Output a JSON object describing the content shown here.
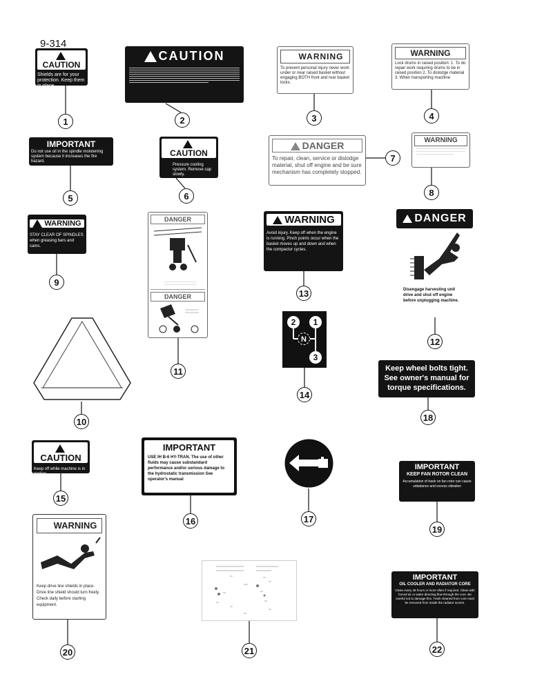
{
  "page_id": "9-314",
  "decals": {
    "d1": {
      "header": "CAUTION",
      "body": "Shields are for your protection. Keep them in place."
    },
    "d2": {
      "header": "CAUTION"
    },
    "d3": {
      "header": "WARNING",
      "body": "To prevent personal injury never work under or near raised basket without engaging BOTH front and rear basket locks."
    },
    "d4": {
      "header": "WARNING",
      "body": "Lock drums in raised position: 1. To do repair work requiring drums to be in raised position 2. To dislodge material 3. When transporting machine"
    },
    "d5": {
      "header": "IMPORTANT",
      "body": "Do not use oil in the spindle moistening system because it increases the fire hazard."
    },
    "d6": {
      "header": "CAUTION",
      "body": "Pressure cooling system. Remove cap slowly."
    },
    "d7": {
      "header": "DANGER",
      "body": "To repair, clean, service or dislodge material, shut off engine and be sure mechanism has completely stopped."
    },
    "d8": {
      "header": "WARNING"
    },
    "d9": {
      "header": "WARNING",
      "body": "STAY CLEAR OF SPINDLES when greasing bars and cams."
    },
    "d11": {
      "header_top": "DANGER",
      "header_bottom": "DANGER"
    },
    "d12": {
      "header": "DANGER",
      "body": "Disengage harvesting unit drive and shut off engine before unplugging machine."
    },
    "d13": {
      "header": "WARNING",
      "body": "Avoid injury. Keep off when the engine is running. Pinch points occur when the basket moves up and down and when the compactor cycles."
    },
    "d14": {
      "p1": "1",
      "p2": "2",
      "p3": "3",
      "pn": "N"
    },
    "d15": {
      "header": "CAUTION",
      "body": "Keep off while machine is in motion."
    },
    "d16": {
      "header": "IMPORTANT",
      "body": "USE IH B-6 HY-TRAN. The use of other fluids may cause substandard performance and/or serious damage to the hydrostatic transmission See operator's manual"
    },
    "d18": {
      "body": "Keep wheel bolts tight. See owner's manual for torque specifications."
    },
    "d19": {
      "header": "IMPORTANT",
      "sub": "KEEP FAN ROTOR CLEAN",
      "body": "Accumulation of trash on fan rotor can cause unbalance and excess vibration"
    },
    "d20": {
      "header": "WARNING",
      "body": "Keep drive line shields in place. Drive line shield should turn freely. Check daily before starting equipment."
    },
    "d22": {
      "header": "IMPORTANT",
      "sub": "OIL COOLER AND RADIATOR CORE",
      "body": "Clean every 48 hours or more often if required. Clean with forced air or water directing flow through the core. Be careful not to damage fins. Trash cleaned from core must be removed from inside the radiator screen."
    }
  },
  "callouts": [
    "1",
    "2",
    "3",
    "4",
    "5",
    "6",
    "7",
    "8",
    "9",
    "10",
    "11",
    "12",
    "13",
    "14",
    "15",
    "16",
    "17",
    "18",
    "19",
    "20",
    "21",
    "22"
  ]
}
